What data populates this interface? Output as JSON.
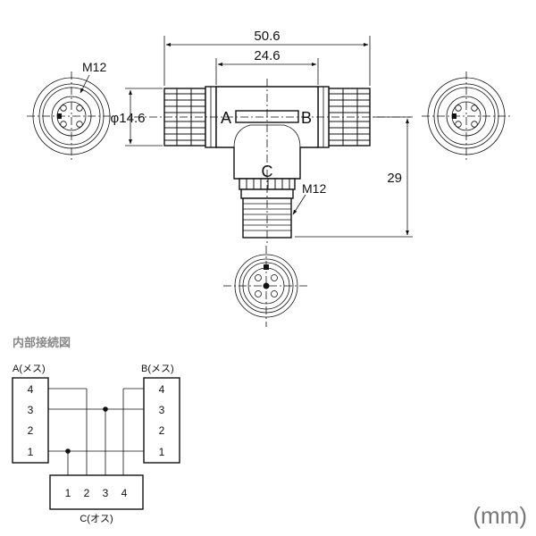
{
  "dimensions": {
    "overall_width": "50.6",
    "body_width": "24.6",
    "diameter": "φ14.6",
    "height": "29"
  },
  "thread_labels": {
    "top_left": "M12",
    "bottom": "M12"
  },
  "port_letters": {
    "a": "A",
    "b": "B",
    "c": "C"
  },
  "wiring": {
    "title": "内部接続図",
    "a_label": "A(メス)",
    "b_label": "B(メス)",
    "c_label": "C(オス)",
    "a_pins": [
      "4",
      "3",
      "2",
      "1"
    ],
    "b_pins": [
      "4",
      "3",
      "2",
      "1"
    ],
    "c_pins": [
      "1",
      "2",
      "3",
      "4"
    ]
  },
  "unit": "(mm)"
}
